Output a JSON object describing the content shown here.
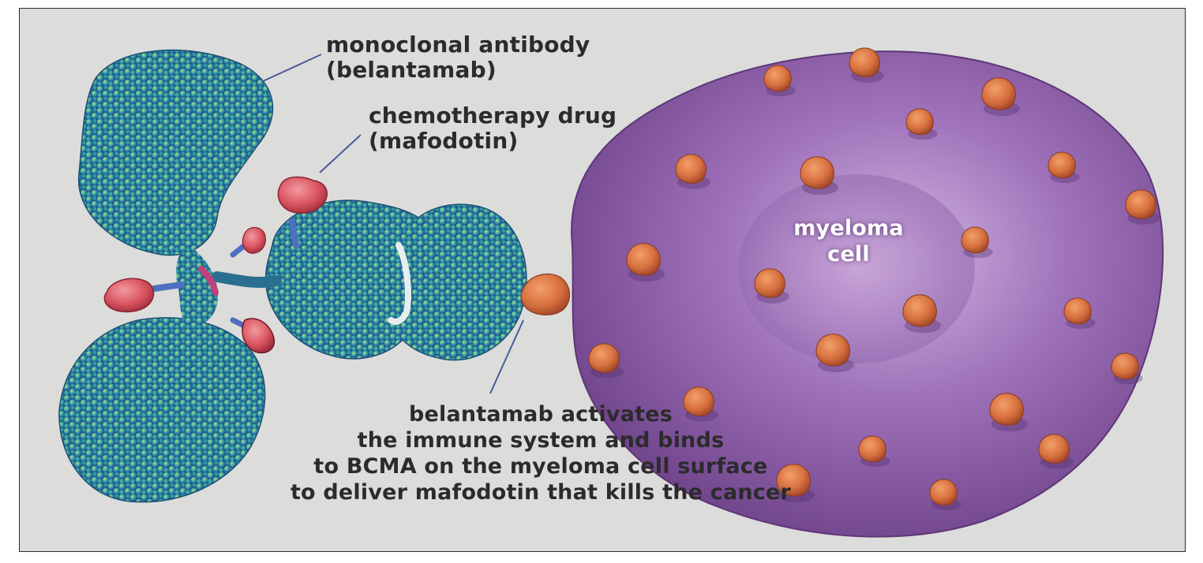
{
  "labels": {
    "antibody": [
      "monoclonal antibody",
      "(belantamab)"
    ],
    "drug": [
      "chemotherapy drug",
      "(mafodotin)"
    ],
    "cell": [
      "myeloma",
      "cell"
    ],
    "description": [
      "belantamab activates",
      "the immune system and binds",
      "to BCMA on the myeloma cell surface",
      "to deliver mafodotin that kills the cancer"
    ]
  },
  "colors": {
    "background": "#dcdcdb",
    "border": "#2a2a2a",
    "text": "#2b2b2b",
    "leader_line": "#4a5a9a",
    "antibody": "#2f8f9a",
    "antibody_highlight": "#c8e05a",
    "drug": "#d9545f",
    "linker": "#4f6fc0",
    "cell": "#8e5fa8",
    "receptor": "#d7703f"
  },
  "icons": {
    "antibody": "antibody-molecule-illustration",
    "drug": "drug-payload-molecule",
    "cell": "myeloma-cell-illustration",
    "receptor": "bcma-receptor"
  }
}
